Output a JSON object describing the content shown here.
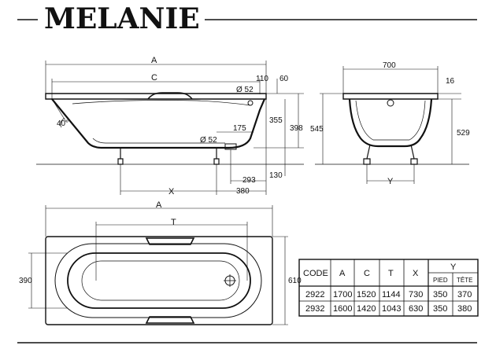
{
  "title": "MELANIE",
  "side_view": {
    "labels": {
      "A": "A",
      "C": "C",
      "X": "X",
      "d52_top": "Ø 52",
      "d110": "110",
      "d60": "60",
      "d355": "355",
      "d398": "398",
      "angle": "40°",
      "d52_bottom": "Ø 52",
      "d175": "175",
      "d293": "293",
      "d130": "130",
      "d380": "380"
    }
  },
  "end_view": {
    "labels": {
      "d700": "700",
      "d16": "16",
      "d545": "545",
      "d529": "529",
      "Y": "Y"
    }
  },
  "plan_view": {
    "labels": {
      "A": "A",
      "T": "T",
      "d390": "390",
      "d610": "610"
    }
  },
  "table": {
    "headers": [
      "CODE",
      "A",
      "C",
      "T",
      "X",
      "Y"
    ],
    "y_subheaders": [
      "PIED",
      "TÊTE"
    ],
    "rows": [
      [
        "2922",
        "1700",
        "1520",
        "1144",
        "730",
        "350",
        "370"
      ],
      [
        "2932",
        "1600",
        "1420",
        "1043",
        "630",
        "350",
        "380"
      ]
    ]
  }
}
